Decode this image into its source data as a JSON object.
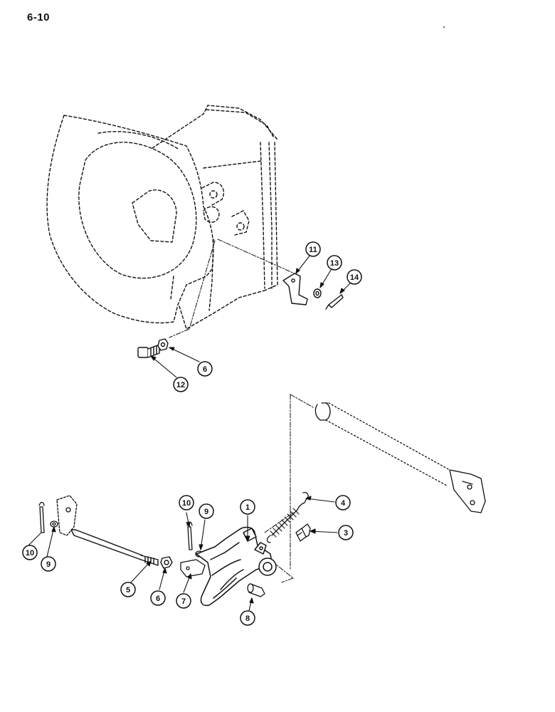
{
  "page": {
    "number": "6-10"
  },
  "callouts": {
    "c1": "1",
    "c3": "3",
    "c4": "4",
    "c5": "5",
    "c6a": "6",
    "c6b": "6",
    "c7": "7",
    "c8": "8",
    "c9a": "9",
    "c9b": "9",
    "c10a": "10",
    "c10b": "10",
    "c11": "11",
    "c12": "12",
    "c13": "13",
    "c14": "14"
  }
}
